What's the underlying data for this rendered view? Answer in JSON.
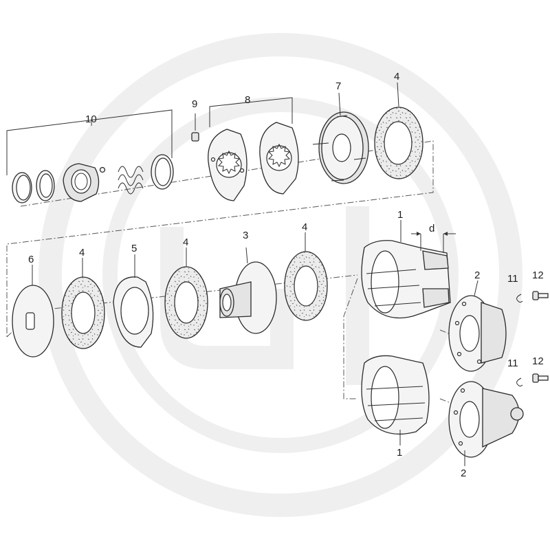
{
  "callouts": {
    "part_1_top": "1",
    "part_1_bottom": "1",
    "part_2_top": "2",
    "part_2_bottom": "2",
    "part_3": "3",
    "part_4_top": "4",
    "part_4_a": "4",
    "part_4_b": "4",
    "part_4_c": "4",
    "part_5": "5",
    "part_6": "6",
    "part_7": "7",
    "part_8": "8",
    "part_9": "9",
    "part_10": "10",
    "part_11_top": "11",
    "part_11_bottom": "11",
    "part_12_top": "12",
    "part_12_bottom": "12",
    "dimension_d": "d"
  },
  "colors": {
    "line": "#2a2a2a",
    "watermark": "#eeeeee",
    "part_fill": "#f4f4f4"
  }
}
